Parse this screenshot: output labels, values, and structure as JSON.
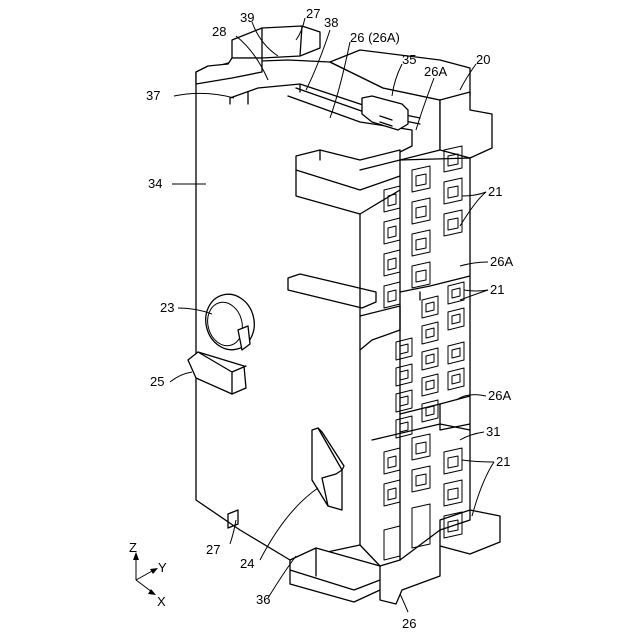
{
  "callouts": [
    {
      "id": "l39",
      "text": "39"
    },
    {
      "id": "l27t",
      "text": "27"
    },
    {
      "id": "l28",
      "text": "28"
    },
    {
      "id": "l38",
      "text": "38"
    },
    {
      "id": "l26t",
      "text": "26 (26A)"
    },
    {
      "id": "l35",
      "text": "35"
    },
    {
      "id": "l26a1",
      "text": "26A"
    },
    {
      "id": "l20",
      "text": "20"
    },
    {
      "id": "l37",
      "text": "37"
    },
    {
      "id": "l34",
      "text": "34"
    },
    {
      "id": "l21a",
      "text": "21"
    },
    {
      "id": "l26a2",
      "text": "26A"
    },
    {
      "id": "l21b",
      "text": "21"
    },
    {
      "id": "l23",
      "text": "23"
    },
    {
      "id": "l25",
      "text": "25"
    },
    {
      "id": "l26a3",
      "text": "26A"
    },
    {
      "id": "l31",
      "text": "31"
    },
    {
      "id": "l21c",
      "text": "21"
    },
    {
      "id": "l27b",
      "text": "27"
    },
    {
      "id": "l24",
      "text": "24"
    },
    {
      "id": "l36",
      "text": "36"
    },
    {
      "id": "l26b",
      "text": "26"
    }
  ],
  "axes": {
    "z": "Z",
    "y": "Y",
    "x": "X"
  }
}
